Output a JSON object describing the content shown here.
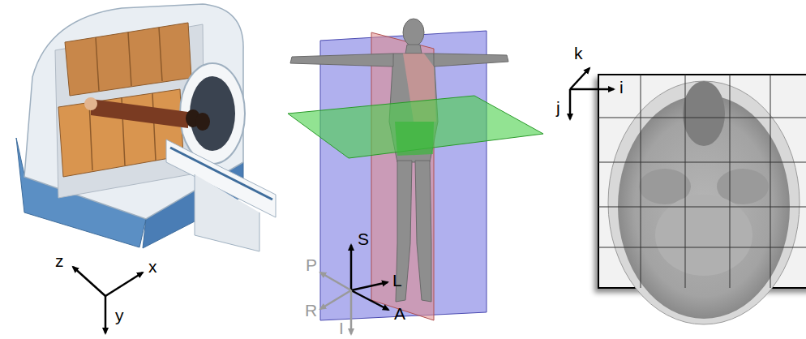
{
  "diagram": {
    "labels": [
      "k",
      "i",
      "j",
      "z",
      "x",
      "y",
      "S",
      "P",
      "L",
      "R",
      "A",
      "I"
    ]
  }
}
